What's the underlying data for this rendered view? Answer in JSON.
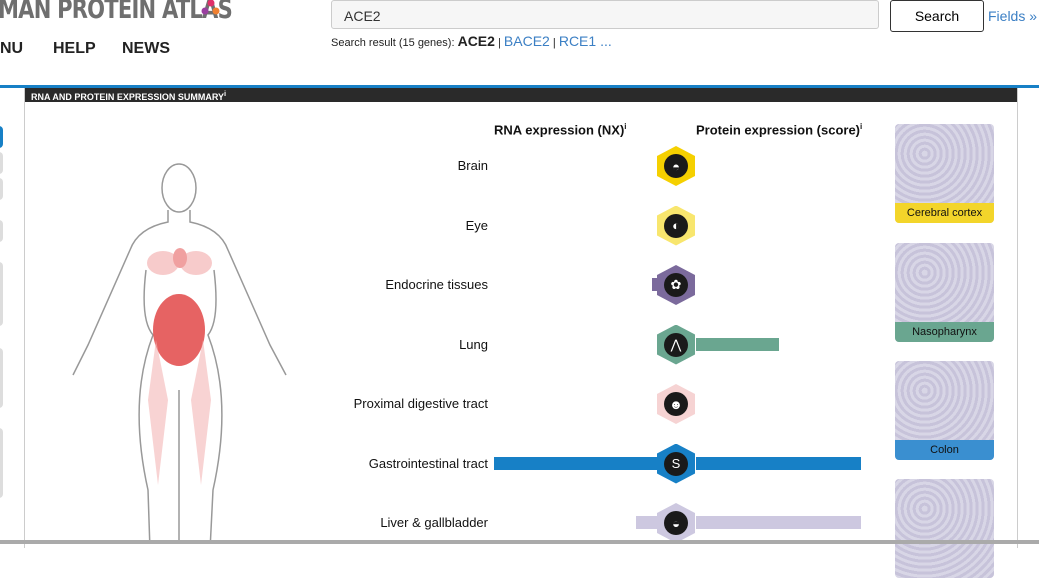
{
  "header": {
    "logo": "MAN PROTEIN ATLAS",
    "nav": [
      "NU",
      "HELP",
      "NEWS"
    ],
    "search_value": "ACE2",
    "search_button": "Search",
    "fields_link": "Fields »",
    "search_result_prefix": "Search result (15 genes):",
    "results": [
      "ACE2",
      "BACE2",
      "RCE1 ..."
    ]
  },
  "section": {
    "title": "RNA AND PROTEIN EXPRESSION SUMMARY",
    "info": "i"
  },
  "columns": {
    "rna": "RNA expression (NX)",
    "protein": "Protein expression (score)",
    "info": "i"
  },
  "tissues": [
    {
      "label": "Brain",
      "color": "#f5d000",
      "rna": 0.01,
      "protein": 0,
      "icon": "brain-icon",
      "glyph": "◓"
    },
    {
      "label": "Eye",
      "color": "#f8e66e",
      "rna": 0.01,
      "protein": 0,
      "icon": "eye-icon",
      "glyph": "◐"
    },
    {
      "label": "Endocrine tissues",
      "color": "#7b6a9c",
      "rna": 0.04,
      "protein": 0,
      "icon": "thyroid-icon",
      "glyph": "✿"
    },
    {
      "label": "Lung",
      "color": "#6aa690",
      "rna": 0.01,
      "protein": 0.5,
      "icon": "lungs-icon",
      "glyph": "⋀"
    },
    {
      "label": "Proximal digestive tract",
      "color": "#f6d3d3",
      "rna": 0.01,
      "protein": 0,
      "icon": "head-icon",
      "glyph": "☻"
    },
    {
      "label": "Gastrointestinal tract",
      "color": "#1780c6",
      "rna": 1.0,
      "protein": 1.0,
      "icon": "stomach-icon",
      "glyph": "S"
    },
    {
      "label": "Liver & gallbladder",
      "color": "#cdc8e0",
      "rna": 0.14,
      "protein": 1.0,
      "icon": "liver-icon",
      "glyph": "◒"
    }
  ],
  "images": [
    {
      "caption": "Cerebral cortex",
      "color": "#f3d52a"
    },
    {
      "caption": "Nasopharynx",
      "color": "#6aa690"
    },
    {
      "caption": "Colon",
      "color": "#3a8fd0"
    }
  ]
}
